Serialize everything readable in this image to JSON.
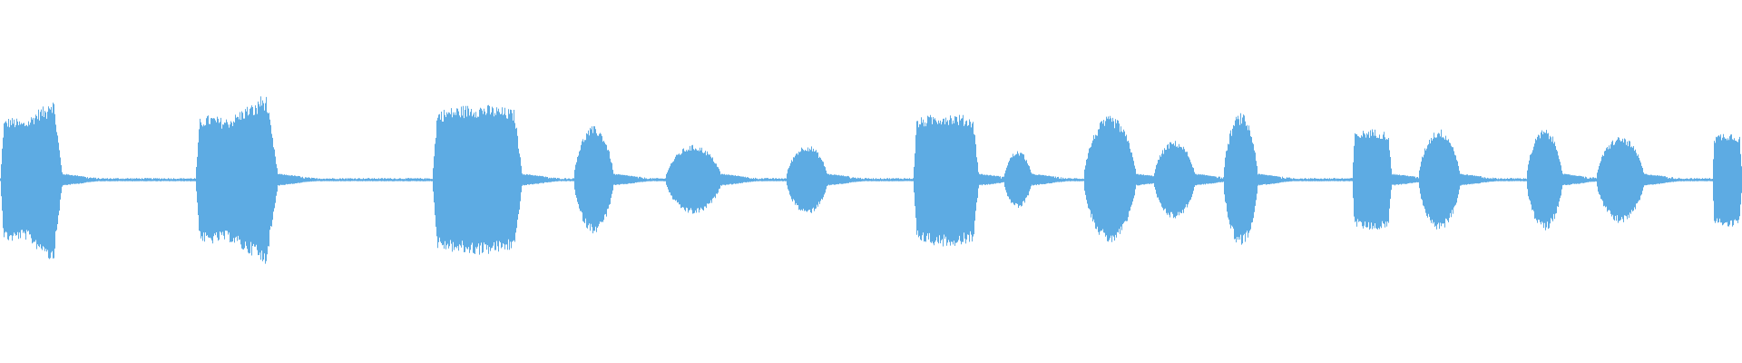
{
  "waveform": {
    "color": "#5dabe3",
    "background": "#ffffff",
    "bursts": [
      {
        "start": 0.0,
        "end": 0.036,
        "amplitude": 0.56,
        "shape": "rise-spike"
      },
      {
        "start": 0.112,
        "end": 0.16,
        "amplitude": 0.58,
        "shape": "rise-spike"
      },
      {
        "start": 0.248,
        "end": 0.3,
        "amplitude": 0.52,
        "shape": "plateau"
      },
      {
        "start": 0.329,
        "end": 0.352,
        "amplitude": 0.37,
        "shape": "dome"
      },
      {
        "start": 0.382,
        "end": 0.414,
        "amplitude": 0.24,
        "shape": "dome"
      },
      {
        "start": 0.451,
        "end": 0.475,
        "amplitude": 0.24,
        "shape": "dome"
      },
      {
        "start": 0.524,
        "end": 0.562,
        "amplitude": 0.46,
        "shape": "plateau"
      },
      {
        "start": 0.576,
        "end": 0.592,
        "amplitude": 0.2,
        "shape": "dome"
      },
      {
        "start": 0.622,
        "end": 0.652,
        "amplitude": 0.44,
        "shape": "dome"
      },
      {
        "start": 0.662,
        "end": 0.686,
        "amplitude": 0.27,
        "shape": "dome"
      },
      {
        "start": 0.702,
        "end": 0.722,
        "amplitude": 0.46,
        "shape": "dome"
      },
      {
        "start": 0.776,
        "end": 0.799,
        "amplitude": 0.35,
        "shape": "plateau"
      },
      {
        "start": 0.814,
        "end": 0.838,
        "amplitude": 0.35,
        "shape": "dome"
      },
      {
        "start": 0.876,
        "end": 0.897,
        "amplitude": 0.35,
        "shape": "dome"
      },
      {
        "start": 0.916,
        "end": 0.944,
        "amplitude": 0.3,
        "shape": "dome"
      },
      {
        "start": 0.983,
        "end": 1.0,
        "amplitude": 0.33,
        "shape": "plateau"
      }
    ],
    "noise_floor": 0.012
  }
}
